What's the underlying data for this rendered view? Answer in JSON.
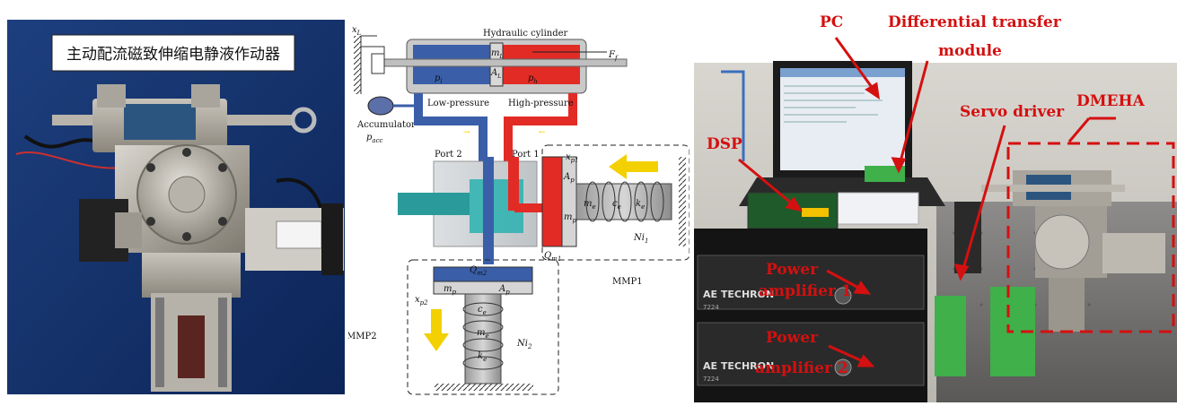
{
  "left_photo": {
    "title": "主动配流磁致伸缩电静液作动器"
  },
  "schematic": {
    "cylinder_title": "Hydraulic cylinder",
    "xL": "x",
    "xL_sub": "L",
    "Ff": "F",
    "Ff_sub": "f",
    "pl": "p",
    "pl_sub": "l",
    "ph": "p",
    "ph_sub": "h",
    "mL": "m",
    "mL_sub": "L",
    "AL": "A",
    "AL_sub": "L",
    "low_pressure": "Low-pressure",
    "high_pressure": "High-pressure",
    "accumulator": "Accumulator",
    "pacc": "p",
    "pacc_sub": "acc",
    "port2": "Port 2",
    "port1": "Port 1",
    "xp1": "x",
    "xp1_sub": "p1",
    "Ap_1": "A",
    "Ap_1_sub": "p",
    "mp_1": "m",
    "mp_1_sub": "p",
    "me_1": "m",
    "me_1_sub": "e",
    "ce_1": "c",
    "ce_1_sub": "e",
    "ke_1": "k",
    "ke_1_sub": "e",
    "Ni1": "Ni",
    "Ni1_sub": "1",
    "Qm1": "Q",
    "Qm1_sub": "m1",
    "Qm2": "Q",
    "Qm2_sub": "m2",
    "mmp1": "MMP1",
    "mmp2": "MMP2",
    "mp_2": "m",
    "mp_2_sub": "p",
    "Ap_2": "A",
    "Ap_2_sub": "p",
    "xp2": "x",
    "xp2_sub": "p2",
    "ce_2": "c",
    "ce_2_sub": "e",
    "me_2": "m",
    "me_2_sub": "e",
    "ke_2": "k",
    "ke_2_sub": "e",
    "Ni2": "Ni",
    "Ni2_sub": "2"
  },
  "right_photo": {
    "pc": "PC",
    "diff_module_line1": "Differential transfer",
    "diff_module_line2": "module",
    "dmeha": "DMEHA",
    "servo": "Servo driver",
    "dsp": "DSP",
    "amp1_line1": "Power",
    "amp1_line2": "amplifier 1",
    "amp2_line1": "Power",
    "amp2_line2": "amplifier 2",
    "brand1": "AE TECHRON",
    "brand2": "AE TECHRON",
    "model1": "7224",
    "model2": "7224"
  },
  "colors": {
    "low_side": "#3a5fa8",
    "high_side": "#e22b25",
    "annotation": "#d41010",
    "arrow_yellow": "#f3d000"
  }
}
